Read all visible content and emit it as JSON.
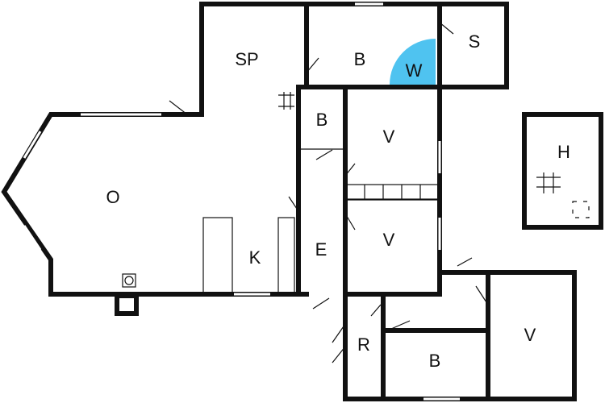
{
  "plan": {
    "rooms": {
      "sp": "SP",
      "b_top": "B",
      "w": "W",
      "s": "S",
      "o": "O",
      "b_small": "B",
      "v_top": "V",
      "v_mid": "V",
      "e": "E",
      "k": "K",
      "h": "H",
      "r": "R",
      "b_bottom": "B",
      "v_right": "V"
    },
    "colors": {
      "wall": "#111111",
      "shower": "#4fc3f0"
    }
  }
}
